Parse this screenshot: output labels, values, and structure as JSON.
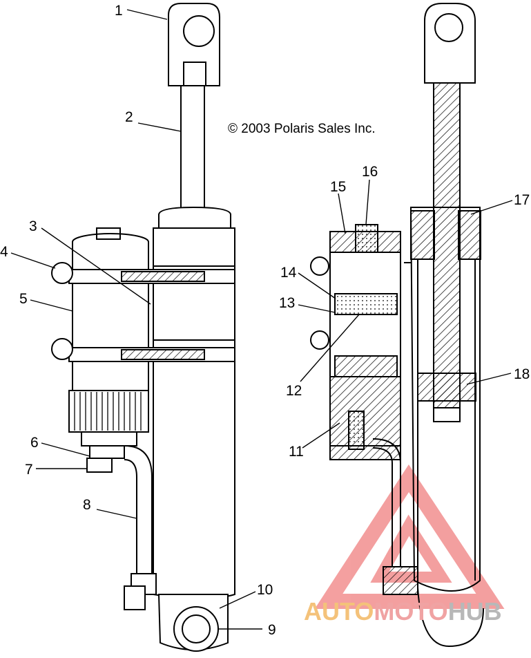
{
  "copyright": "© 2003 Polaris Sales Inc.",
  "watermark": {
    "part1": "AUTO",
    "part2": "MOTO",
    "part3": "HUB",
    "color_red": "#f08080",
    "color_orange": "#f4b860",
    "color_gray": "#a0a0a0"
  },
  "callouts": [
    "1",
    "2",
    "3",
    "4",
    "5",
    "6",
    "7",
    "8",
    "9",
    "10",
    "11",
    "12",
    "13",
    "14",
    "15",
    "16",
    "17",
    "18"
  ]
}
